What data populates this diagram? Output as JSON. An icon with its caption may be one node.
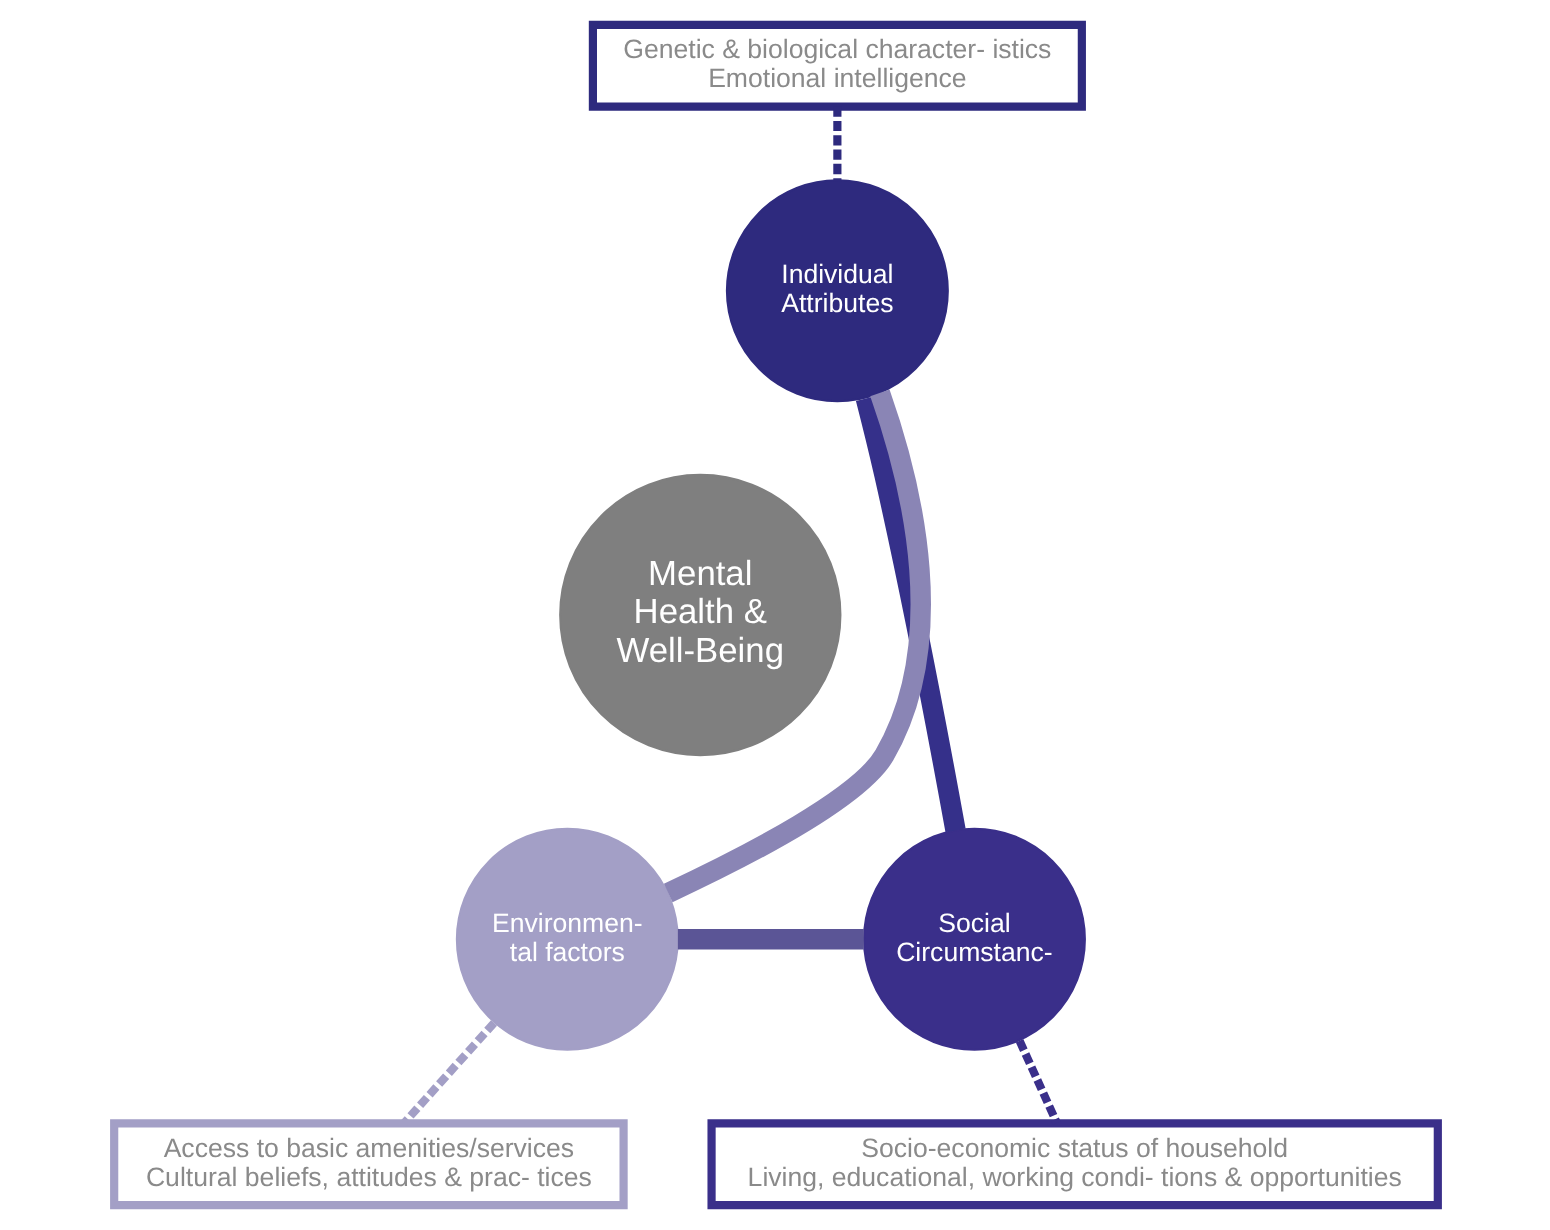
{
  "diagram": {
    "nodes": [
      {
        "text": [
          "Genetic & biological character- istics",
          "Emotional intelligence"
        ]
      },
      {
        "text": [
          "Individual Attributes"
        ]
      },
      {
        "text": [
          "Mental Health & Well-Being"
        ]
      },
      {
        "text": [
          "Environmen- tal factors"
        ]
      },
      {
        "text": [
          "Social Circumstanc-"
        ]
      },
      {
        "text": [
          "Access to basic amenities/services",
          "Cultural beliefs, attitudes & prac- tices"
        ]
      },
      {
        "text": [
          "Socio-economic status of household",
          "Living, educational, working condi- tions & opportunities"
        ]
      }
    ],
    "edges": [
      {
        "from": 0,
        "to": 1,
        "arrow": "none",
        "style": "dashed",
        "color": "#2e2a7e"
      },
      {
        "from": 1,
        "to": 4,
        "arrow": "none",
        "style": "thick",
        "color": "#35308a"
      },
      {
        "from": 4,
        "to": 3,
        "arrow": "none",
        "style": "thick",
        "color": "#5b5596"
      },
      {
        "from": 3,
        "to": 1,
        "arrow": "none",
        "style": "thick",
        "color": "#8a85b5"
      },
      {
        "from": 3,
        "to": 5,
        "arrow": "none",
        "style": "dashed",
        "color": "#a39fc6"
      },
      {
        "from": 4,
        "to": 6,
        "arrow": "none",
        "style": "dashed",
        "color": "#3a2f8a"
      }
    ]
  }
}
